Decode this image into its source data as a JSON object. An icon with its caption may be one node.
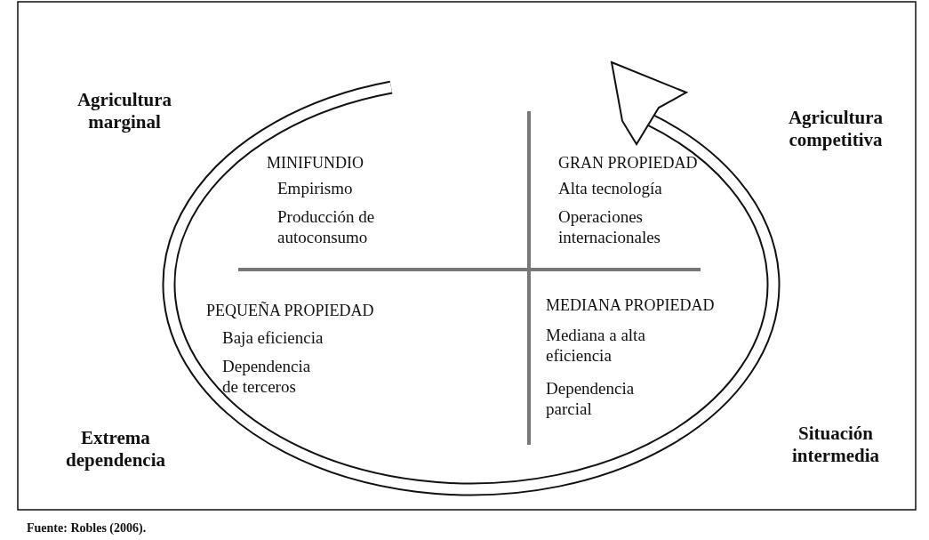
{
  "diagram": {
    "caption": "Fuente: Robles (2006).",
    "labels": [
      "Agricultura marginal",
      "Agricultura competitiva",
      "MINIFUNDIO",
      "Empirismo",
      "Producción de autoconsumo",
      "GRAN PROPIEDAD",
      "Alta tecnología",
      "Operaciones internacionales",
      "PEQUEÑA PROPIEDAD",
      "Baja eficiencia",
      "Dependencia de terceros",
      "MEDIANA PROPIEDAD",
      "Mediana a alta eficiencia",
      "Dependencia parcial",
      "Extrema dependencia",
      "Situación intermedia"
    ]
  }
}
